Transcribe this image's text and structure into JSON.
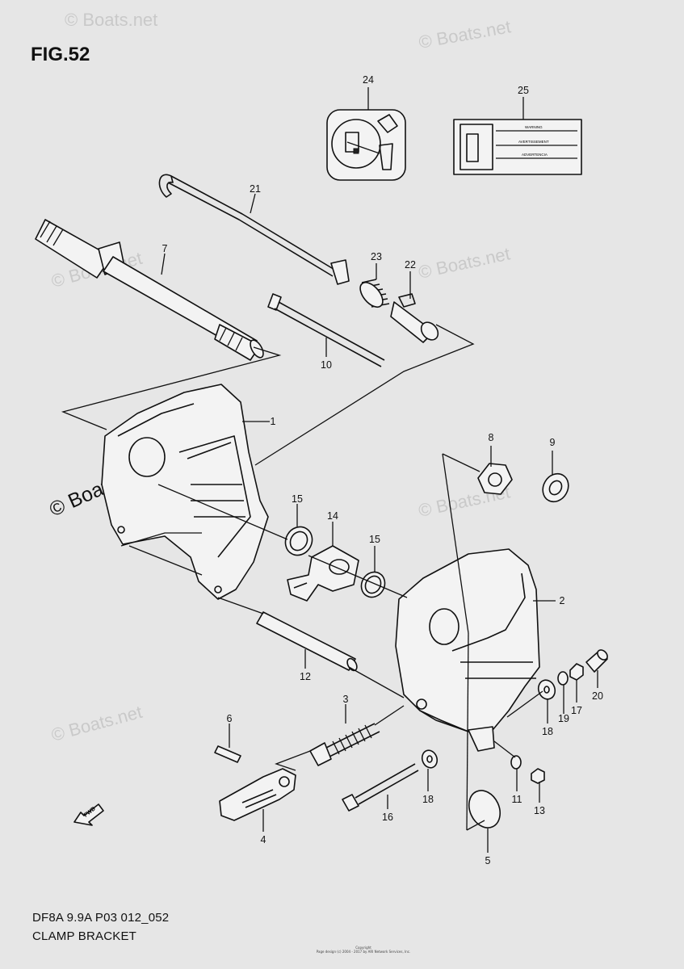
{
  "figure": {
    "title": "FIG.52",
    "code": "DF8A 9.9A P03 012_052",
    "name": "CLAMP BRACKET",
    "copyright": "Copyright\nPage design (c) 2004 - 2017 by ARI Network Services, Inc."
  },
  "watermark": {
    "text": "© Boats.net",
    "color": "#c9c9c9"
  },
  "fwd_label": "FWD",
  "warning_plate": {
    "rows": [
      "WARNING",
      "AVERTISSEMENT",
      "ADVERTENCIA"
    ]
  },
  "callouts": {
    "c1": "1",
    "c2": "2",
    "c3": "3",
    "c4": "4",
    "c5": "5",
    "c6": "6",
    "c7": "7",
    "c8": "8",
    "c9": "9",
    "c10": "10",
    "c11": "11",
    "c12": "12",
    "c13": "13",
    "c14": "14",
    "c15a": "15",
    "c15b": "15",
    "c16": "16",
    "c17": "17",
    "c18a": "18",
    "c18b": "18",
    "c19": "19",
    "c20": "20",
    "c21": "21",
    "c22": "22",
    "c23": "23",
    "c24": "24",
    "c25": "25"
  }
}
